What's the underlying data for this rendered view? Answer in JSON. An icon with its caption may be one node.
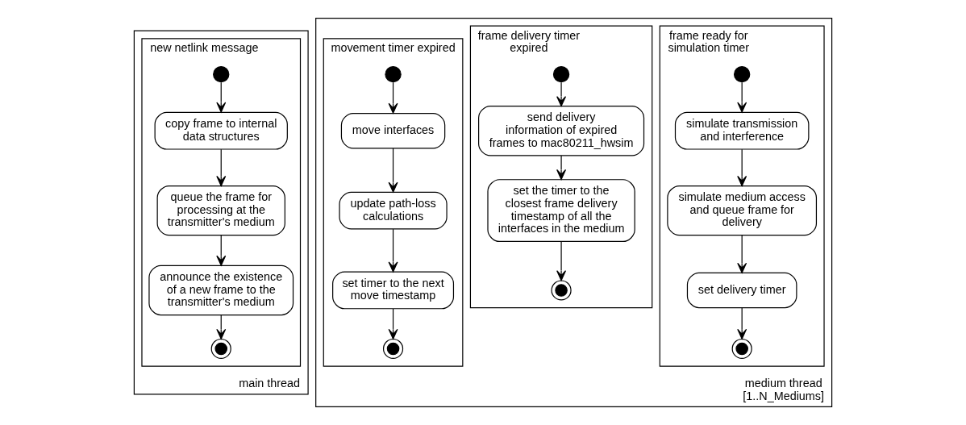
{
  "diagram": {
    "nodes": [
      {
        "text": [
          "main thread"
        ]
      },
      {
        "text": [
          "new netlink message"
        ],
        "in": 0
      },
      {
        "text": [],
        "shape": "circle",
        "in": 1
      },
      {
        "text": [
          "copy frame to internal data structures"
        ],
        "in": 1
      },
      {
        "text": [
          "queue the frame for processing at the transmitter's medium"
        ],
        "in": 1
      },
      {
        "text": [
          "announce the existence of a new frame to the transmitter's medium"
        ],
        "in": 1
      },
      {
        "text": [],
        "shape": "bullseye",
        "in": 1
      },
      {
        "text": [
          "medium thread [1..N_Mediums]"
        ]
      },
      {
        "text": [
          "frame ready for simulation timer"
        ],
        "in": 7
      },
      {
        "text": [],
        "shape": "circle",
        "in": 8
      },
      {
        "text": [
          "simulate transmission and interference"
        ],
        "in": 8
      },
      {
        "text": [
          "simulate medium access and queue frame for delivery"
        ],
        "in": 8
      },
      {
        "text": [
          "set delivery timer"
        ],
        "in": 8
      },
      {
        "text": [],
        "shape": "bullseye",
        "in": 8
      },
      {
        "text": [
          "frame delivery timer expired"
        ],
        "in": 7
      },
      {
        "text": [],
        "shape": "circle",
        "in": 14
      },
      {
        "text": [
          "send delivery information of expired frames to mac80211_hwsim"
        ],
        "in": 14
      },
      {
        "text": [
          "set the timer to the closest frame delivery timestamp of all the interfaces in the medium"
        ],
        "in": 14
      },
      {
        "text": [],
        "shape": "bullseye",
        "in": 14
      },
      {
        "text": [
          "movement timer expired"
        ],
        "in": 7
      },
      {
        "text": [],
        "shape": "circle",
        "in": 19
      },
      {
        "text": [
          "move interfaces"
        ],
        "in": 19
      },
      {
        "text": [
          "update path-loss calculations"
        ],
        "in": 19
      },
      {
        "text": [
          "set timer to the next move timestamp"
        ],
        "in": 19
      },
      {
        "text": [],
        "shape": "bullseye",
        "in": 19
      }
    ],
    "edges": [
      {
        "from": 2,
        "to": 3,
        "arrow": "to"
      },
      {
        "from": 3,
        "to": 4,
        "arrow": "to"
      },
      {
        "from": 4,
        "to": 5,
        "arrow": "to"
      },
      {
        "from": 5,
        "to": 6,
        "arrow": "to"
      },
      {
        "from": 9,
        "to": 10,
        "arrow": "to"
      },
      {
        "from": 10,
        "to": 11,
        "arrow": "to"
      },
      {
        "from": 11,
        "to": 12,
        "arrow": "to"
      },
      {
        "from": 12,
        "to": 13,
        "arrow": "to"
      },
      {
        "from": 15,
        "to": 16,
        "arrow": "to"
      },
      {
        "from": 16,
        "to": 17,
        "arrow": "to"
      },
      {
        "from": 17,
        "to": 18,
        "arrow": "to"
      },
      {
        "from": 20,
        "to": 21,
        "arrow": "to"
      },
      {
        "from": 21,
        "to": 22,
        "arrow": "to"
      },
      {
        "from": 22,
        "to": 23,
        "arrow": "to"
      },
      {
        "from": 23,
        "to": 24,
        "arrow": "to"
      }
    ]
  }
}
